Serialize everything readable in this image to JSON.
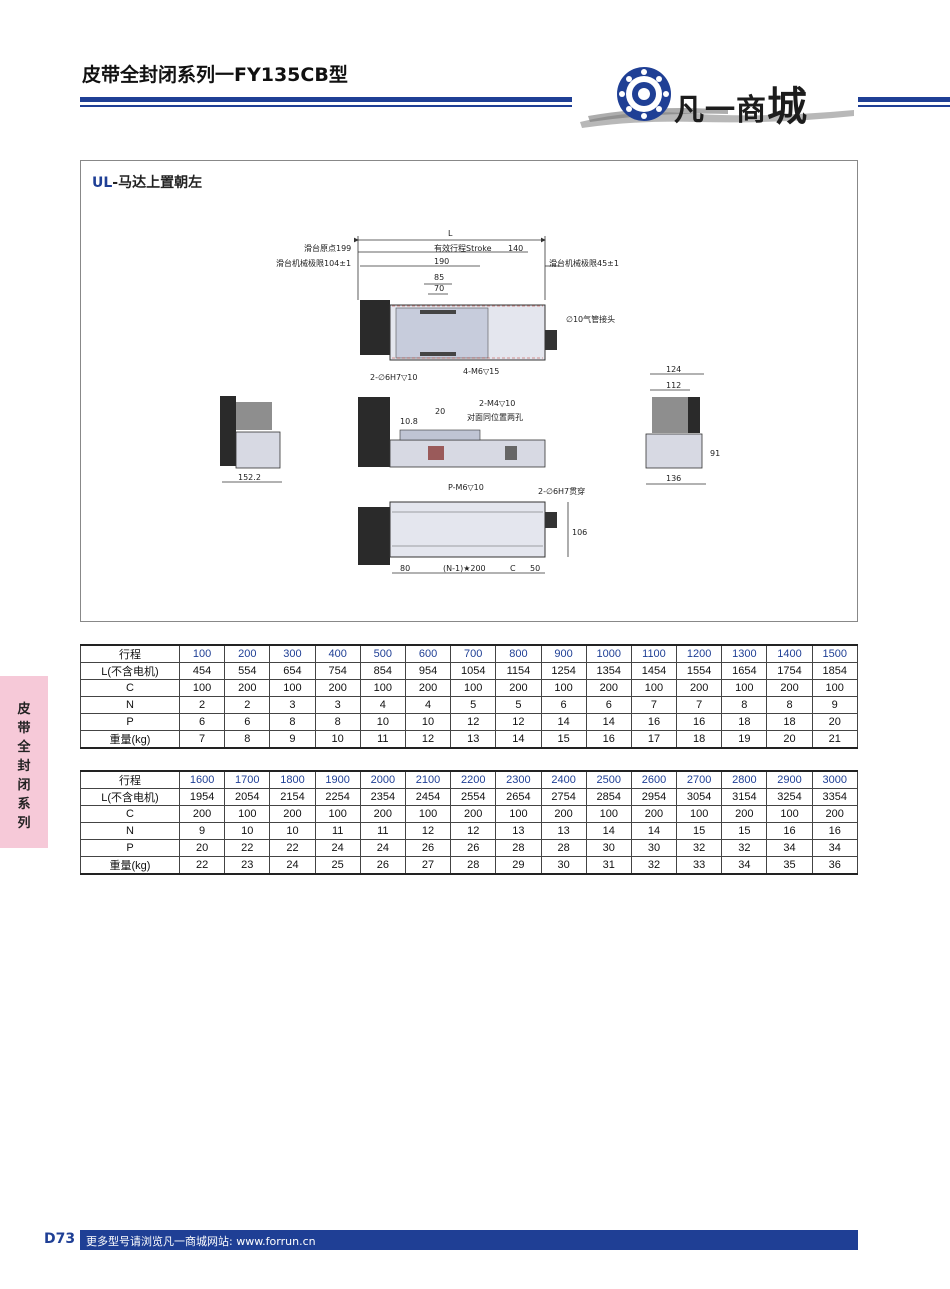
{
  "header": {
    "title": "皮带全封闭系列一FY135CB型",
    "logo_text_a": "凡一商",
    "logo_text_b": "城"
  },
  "figure": {
    "label_prefix": "UL",
    "label_suffix": "-马达上置朝左",
    "dims": {
      "L": "L",
      "origin": "滑台原点199",
      "stroke": "有效行程Stroke",
      "d140": "140",
      "limit_left": "滑台机械极限104±1",
      "d190": "190",
      "limit_right": "滑台机械极限45±1",
      "d85": "85",
      "d70": "70",
      "air": "∅10气管接头",
      "pin": "2-∅6H7▽10",
      "m6": "4-M6▽15",
      "m4": "2-M4▽10",
      "m4_note": "对面同位置两孔",
      "d10_8": "10.8",
      "d20": "20",
      "d152_2": "152.2",
      "d124": "124",
      "d112": "112",
      "d91": "91",
      "d136": "136",
      "pm6": "P-M6▽10",
      "thru": "2-∅6H7贯穿",
      "d106": "106",
      "d80": "80",
      "n200": "(N-1)★200",
      "c": "C",
      "d50": "50"
    }
  },
  "tables": [
    {
      "rows": [
        {
          "label": "行程",
          "values": [
            "100",
            "200",
            "300",
            "400",
            "500",
            "600",
            "700",
            "800",
            "900",
            "1000",
            "1100",
            "1200",
            "1300",
            "1400",
            "1500"
          ]
        },
        {
          "label": "L(不含电机)",
          "values": [
            "454",
            "554",
            "654",
            "754",
            "854",
            "954",
            "1054",
            "1154",
            "1254",
            "1354",
            "1454",
            "1554",
            "1654",
            "1754",
            "1854"
          ]
        },
        {
          "label": "C",
          "values": [
            "100",
            "200",
            "100",
            "200",
            "100",
            "200",
            "100",
            "200",
            "100",
            "200",
            "100",
            "200",
            "100",
            "200",
            "100"
          ]
        },
        {
          "label": "N",
          "values": [
            "2",
            "2",
            "3",
            "3",
            "4",
            "4",
            "5",
            "5",
            "6",
            "6",
            "7",
            "7",
            "8",
            "8",
            "9"
          ]
        },
        {
          "label": "P",
          "values": [
            "6",
            "6",
            "8",
            "8",
            "10",
            "10",
            "12",
            "12",
            "14",
            "14",
            "16",
            "16",
            "18",
            "18",
            "20"
          ]
        },
        {
          "label": "重量(kg)",
          "values": [
            "7",
            "8",
            "9",
            "10",
            "11",
            "12",
            "13",
            "14",
            "15",
            "16",
            "17",
            "18",
            "19",
            "20",
            "21"
          ]
        }
      ]
    },
    {
      "rows": [
        {
          "label": "行程",
          "values": [
            "1600",
            "1700",
            "1800",
            "1900",
            "2000",
            "2100",
            "2200",
            "2300",
            "2400",
            "2500",
            "2600",
            "2700",
            "2800",
            "2900",
            "3000"
          ]
        },
        {
          "label": "L(不含电机)",
          "values": [
            "1954",
            "2054",
            "2154",
            "2254",
            "2354",
            "2454",
            "2554",
            "2654",
            "2754",
            "2854",
            "2954",
            "3054",
            "3154",
            "3254",
            "3354"
          ]
        },
        {
          "label": "C",
          "values": [
            "200",
            "100",
            "200",
            "100",
            "200",
            "100",
            "200",
            "100",
            "200",
            "100",
            "200",
            "100",
            "200",
            "100",
            "200"
          ]
        },
        {
          "label": "N",
          "values": [
            "9",
            "10",
            "10",
            "11",
            "11",
            "12",
            "12",
            "13",
            "13",
            "14",
            "14",
            "15",
            "15",
            "16",
            "16"
          ]
        },
        {
          "label": "P",
          "values": [
            "20",
            "22",
            "22",
            "24",
            "24",
            "26",
            "26",
            "28",
            "28",
            "30",
            "30",
            "32",
            "32",
            "34",
            "34"
          ]
        },
        {
          "label": "重量(kg)",
          "values": [
            "22",
            "23",
            "24",
            "25",
            "26",
            "27",
            "28",
            "29",
            "30",
            "31",
            "32",
            "33",
            "34",
            "35",
            "36"
          ]
        }
      ]
    }
  ],
  "side_tab": [
    "皮",
    "带",
    "全",
    "封",
    "闭",
    "系",
    "列"
  ],
  "footer": {
    "page_number": "D73",
    "text": "更多型号请浏览凡一商城网站: www.forrun.cn"
  },
  "colors": {
    "brand_blue": "#1f3f95",
    "tab_pink": "#f6c9d8"
  }
}
